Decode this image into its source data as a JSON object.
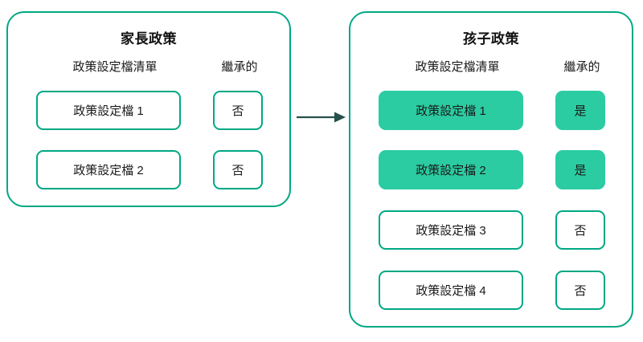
{
  "diagram": {
    "arrow": {
      "label": "",
      "icon": "right-arrow-icon",
      "color": "#28504c"
    },
    "colors": {
      "border": "#00a884",
      "filled_fill": "#2bcca2",
      "text": "#1a1a1a",
      "background": "#ffffff"
    },
    "panels": [
      {
        "id": "parent-policy",
        "title": "家長政策",
        "headers": {
          "profiles": "政策設定檔清單",
          "inherited": "繼承的"
        },
        "rows": [
          {
            "profile": "政策設定檔 1",
            "inherited": "否",
            "highlighted": false
          },
          {
            "profile": "政策設定檔 2",
            "inherited": "否",
            "highlighted": false
          }
        ]
      },
      {
        "id": "child-policy",
        "title": "孩子政策",
        "headers": {
          "profiles": "政策設定檔清單",
          "inherited": "繼承的"
        },
        "rows": [
          {
            "profile": "政策設定檔 1",
            "inherited": "是",
            "highlighted": true
          },
          {
            "profile": "政策設定檔 2",
            "inherited": "是",
            "highlighted": true
          },
          {
            "profile": "政策設定檔 3",
            "inherited": "否",
            "highlighted": false
          },
          {
            "profile": "政策設定檔 4",
            "inherited": "否",
            "highlighted": false
          }
        ]
      }
    ]
  }
}
